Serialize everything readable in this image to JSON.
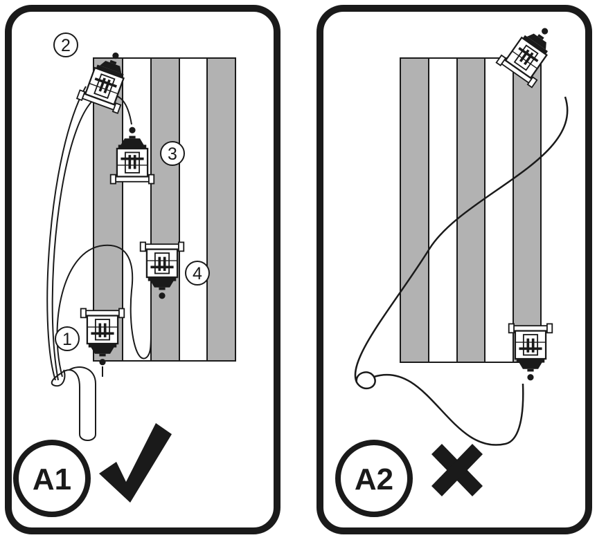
{
  "panels": [
    {
      "id": "A1",
      "badge": "A1",
      "verdict_icon": "checkmark-icon",
      "markers": [
        "1",
        "2",
        "3",
        "4"
      ]
    },
    {
      "id": "A2",
      "badge": "A2",
      "verdict_icon": "cross-icon"
    }
  ],
  "colors": {
    "frame": "#1a1a1a",
    "grey_strip": "#b2b2b2",
    "white_strip": "#ffffff",
    "line": "#1a1a1a"
  },
  "icons": [
    "checkmark-icon",
    "cross-icon",
    "sprayer-machine-icon"
  ]
}
